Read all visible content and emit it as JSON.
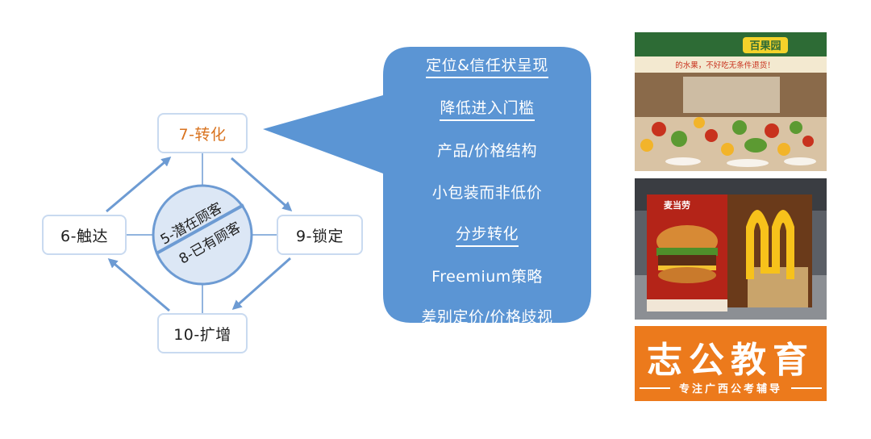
{
  "diagram": {
    "nodes": {
      "conversion": "7-转化",
      "reach": "6-触达",
      "lock": "9-锁定",
      "expand": "10-扩增"
    },
    "center": {
      "potential": "5-潜在顾客",
      "existing": "8-已有顾客"
    }
  },
  "callout": {
    "items": [
      "定位&信任状呈现",
      "降低进入门槛",
      "产品/价格结构",
      "小包装而非低价",
      "分步转化",
      "Freemium策略",
      "差别定价/价格歧视"
    ]
  },
  "images": {
    "store": {
      "sign": "百果园",
      "banner": "的水果，不好吃无条件退货！"
    },
    "mcdonalds": {
      "sign": "麦当劳"
    },
    "logo": {
      "title": "志公教育",
      "subtitle": "专注广西公考辅导"
    }
  },
  "colors": {
    "bubble": "#5b95d4",
    "node_border": "#c9daf0",
    "arrow": "#6d9bd3",
    "center_fill": "#dce7f5",
    "highlight": "#d9731f",
    "logo_bg": "#ec7a1c"
  }
}
